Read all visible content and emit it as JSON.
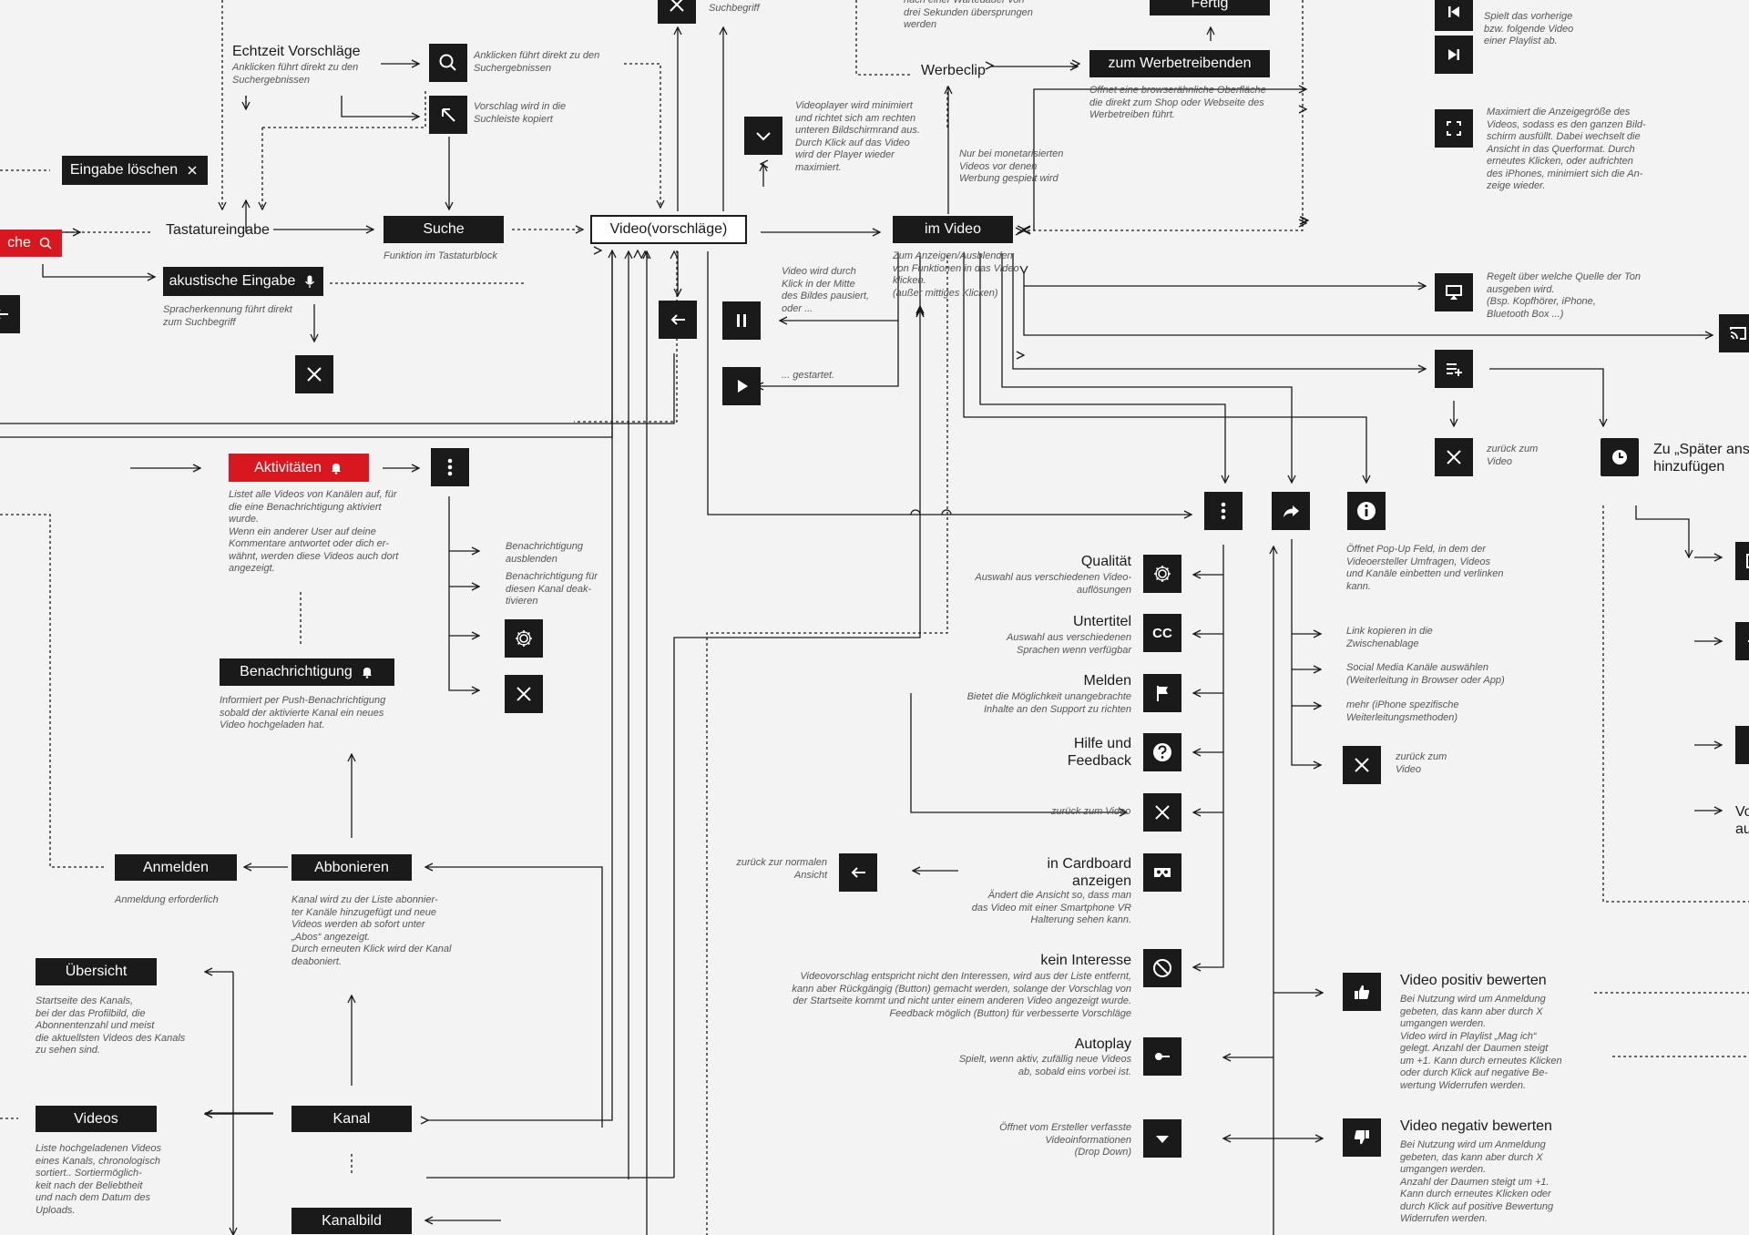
{
  "nodes": {
    "echtzeit": "Echtzeit Vorschläge",
    "eingabe_loeschen": "Eingabe löschen",
    "tastatureingabe": "Tastatureingabe",
    "suche": "Suche",
    "suche_red": "che",
    "akustische_eingabe": "akustische Eingabe",
    "video_vorschlaege": "Video(vorschläge)",
    "im_video": "im Video",
    "werbeclip": "Werbeclip",
    "zum_werbetreibenden": "zum Werbetreibenden",
    "fertig": "Fertig",
    "aktivitaeten": "Aktivitäten",
    "benachrichtigung": "Benachrichtigung",
    "anmelden": "Anmelden",
    "abbonieren": "Abbonieren",
    "uebersicht": "Übersicht",
    "videos": "Videos",
    "kanal": "Kanal",
    "kanalbild": "Kanalbild",
    "qualitaet": "Qualität",
    "untertitel": "Untertitel",
    "melden": "Melden",
    "hilfe": "Hilfe und\nFeedback",
    "cardboard": "in Cardboard\nanzeigen",
    "kein_interesse": "kein Interesse",
    "autoplay": "Autoplay",
    "positiv": "Video positiv bewerten",
    "negativ": "Video negativ bewerten",
    "spaeter": "Zu „Später anse\nhinzufügen",
    "cut_vo": "Vo\nau"
  },
  "notes": {
    "suchbegriff": "Suchbegriff",
    "echtzeit": "Anklicken führt direkt zu den\nSuchergebnissen",
    "search_icon": "Anklicken führt direkt zu den\nSuchergebnissen",
    "kopiert": "Vorschlag wird in die\nSuchleiste kopiert",
    "suche": "Funktion im Tastaturblock",
    "akustisch": "Spracherkennung führt direkt\nzum Suchbegriff",
    "werbe_top": "nach einer Wartedauer von\ndrei Sekunden übersprungen\nwerden",
    "werbetreibend": "Offnet eine browserähnliche Oberfläche\ndie direkt zum Shop oder Webseite des\nWerbetreiben führt.",
    "minimiert": "Videoplayer wird minimiert\nund richtet sich am rechten\nunteren Bildschirmrand aus.\nDurch Klick auf das Video\nwird der Player wieder\nmaximiert.",
    "monetarisiert": "Nur bei monetarisierten\nVideos vor denen\nWerbung gespielt wird",
    "im_video": "Zum Anzeigen/Ausblenden\nvon Funktionen in das Video\nklicken.\n(außer mittiges Klicken)",
    "pausiert": "Video wird durch\nKlick in der Mitte\ndes Bildes pausiert,\noder ...",
    "gestartet": "... gestartet.",
    "vorherige": "Spielt das vorherige\nbzw. folgende Video\neiner Playlist ab.",
    "maximiert": "Maximiert die Anzeigegröße des\nVideos, sodass es den ganzen Bild-\nschirm ausfüllt. Dabei wechselt die\nAnsicht in das Querformat. Durch\nerneutes Klicken, oder aufrichten\ndes iPhones, minimiert sich die An-\nzeige wieder.",
    "ton": "Regelt über welche Quelle der Ton\nausgeben wird.\n(Bsp. Kopfhörer, iPhone,\nBluetooth Box ...)",
    "zurueck1": "zurück zum\nVideo",
    "zurueck2": "zurück zum\nVideo",
    "zurueck_video": "zurück zum Video",
    "popup": "Öffnet Pop-Up Feld, in dem der\nVideoersteller Umfragen, Videos\nund Kanäle einbetten und verlinken\nkann.",
    "link": "Link kopieren in die\nZwischenablage",
    "social": "Social Media Kanäle auswählen\n(Weiterleitung in Browser oder App)",
    "mehr": "mehr (iPhone spezifische\nWeiterleitungsmethoden)",
    "aktivitaeten": "Listet alle Videos von Kanälen auf, für\ndie eine Benachrichtigung aktiviert\nwurde.\nWenn ein anderer User auf deine\nKommentare antwortet oder dich er-\nwähnt, werden diese Videos auch dort\nangezeigt.",
    "ausblenden": "Benachrichtigung\nausblenden",
    "deaktivieren": "Benachrichtigung für\ndiesen Kanal deak-\ntivieren",
    "benachrichtigung": "Informiert per Push-Benachrichtigung\nsobald der aktivierte Kanal ein neues\nVideo hochgeladen hat.",
    "anmeldung": "Anmeldung erforderlich",
    "abbonieren": "Kanal wird zu der Liste abonnier-\nter Kanäle hinzugefügt und neue\nVideos werden ab sofort unter\n„Abos“ angezeigt.\nDurch erneuten Klick wird der Kanal\ndeaboniert.",
    "uebersicht": "Startseite des Kanals,\nbei der das Profilbild, die\nAbonnentenzahl und meist\ndie aktuellsten Videos des Kanals\nzu sehen sind.",
    "videos": "Liste hochgeladenen Videos\neines Kanals, chronologisch\nsortiert.. Sortiermöglich-\nkeit nach der Beliebtheit\nund nach dem Datum des\nUploads.",
    "qualitaet": "Auswahl aus verschiedenen Video-\nauflösungen",
    "untertitel": "Auswahl aus verschiedenen\nSprachen wenn verfügbar",
    "melden": "Bietet die Möglichkeit unangebrachte\nInhalte an den Support zu richten",
    "normale_ansicht": "zurück zur normalen\nAnsicht",
    "cardboard": "Ändert die Ansicht so, dass man\ndas Video mit einer Smartphone VR\nHalterung sehen kann.",
    "kein_interesse": "Videovorschlag entspricht nicht den Interessen, wird aus der Liste entfernt,\nkann aber Rückgängig (Button) gemacht werden, solange der Vorschlag von\nder Startseite kommt und nicht unter einem anderen Video angezeigt wurde.\nFeedback möglich (Button) für verbesserte Vorschläge",
    "autoplay": "Spielt, wenn aktiv, zufällig neue Videos\nab, sobald eins vorbei ist.",
    "info": "Öffnet vom Ersteller verfasste\nVideoinformationen\n(Drop Down)",
    "positiv": "Bei Nutzung wird um Anmeldung\ngebeten, das kann aber durch X\numgangen werden.\nVideo wird in Playlist „Mag ich“\ngelegt. Anzahl der Daumen steigt\num +1. Kann durch erneutes Klicken\noder durch Klick auf negative Be-\nwertung Widerrufen werden.",
    "negativ": "Bei Nutzung wird um Anmeldung\ngebeten, das kann aber durch X\numgangen werden.\nAnzahl der Daumen steigt um +1.\nKann durch erneutes Klicken oder\ndurch Klick auf positive Bewertung\nWiderrufen werden."
  }
}
